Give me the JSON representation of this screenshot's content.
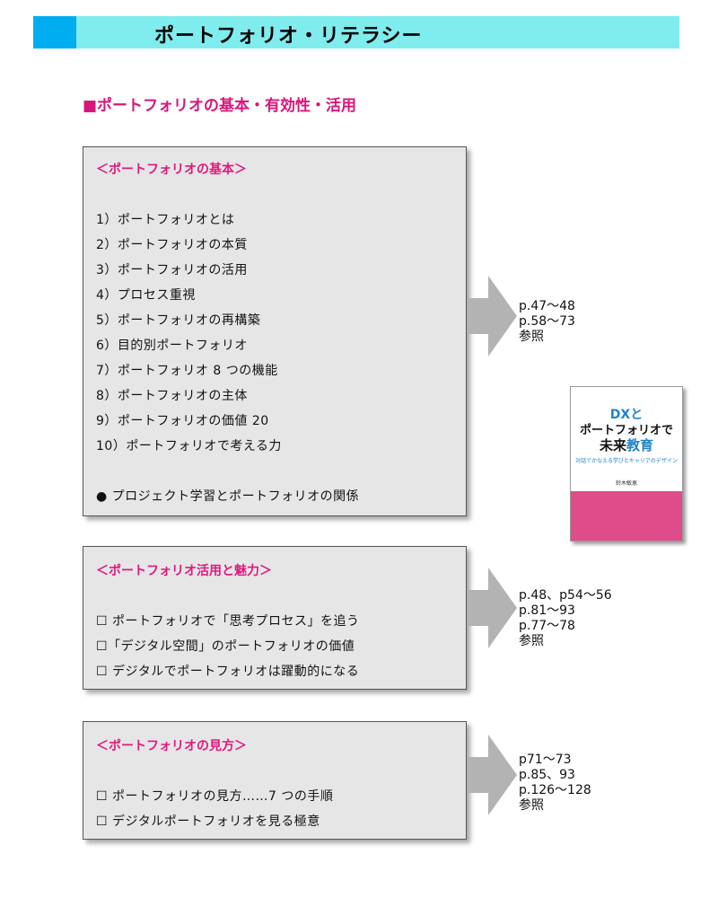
{
  "header": {
    "title": "ポートフォリオ・リテラシー",
    "accent": "#00adef",
    "band": "#7fecee"
  },
  "subtitle": "■ポートフォリオの基本・有効性・活用",
  "sections": [
    {
      "heading": "＜ポートフォリオの基本＞",
      "items": [
        "1）ポートフォリオとは",
        "2）ポートフォリオの本質",
        "3）ポートフォリオの活用",
        "4）プロセス重視",
        "5）ポートフォリオの再構築",
        "6）目的別ポートフォリオ",
        "7）ポートフォリオ 8 つの機能",
        "8）ポートフォリオの主体",
        "9）ポートフォリオの価値 20",
        "10）ポートフォリオで考える力"
      ],
      "extra": "● プロジェクト学習とポートフォリオの関係",
      "refs": [
        "p.47～48",
        "p.58～73",
        "参照"
      ]
    },
    {
      "heading": "＜ポートフォリオ活用と魅力＞",
      "items": [
        "☐ ポートフォリオで「思考プロセス」を追う",
        "☐「デジタル空間」のポートフォリオの価値",
        "☐ デジタルでポートフォリオは躍動的になる"
      ],
      "refs": [
        "p.48、p54～56",
        "p.81～93",
        "p.77～78",
        "参照"
      ]
    },
    {
      "heading": "＜ポートフォリオの見方＞",
      "items": [
        "☐ ポートフォリオの見方……7 つの手順",
        "☐ デジタルポートフォリオを見る極意"
      ],
      "refs": [
        "p71～73",
        "p.85、93",
        "p.126～128",
        "参照"
      ]
    }
  ],
  "book": {
    "line1": "DXと",
    "line2": "ポートフォリオで",
    "line3a": "未来",
    "line3b": "教育",
    "tagline": "対話でかなえる学びとキャリアのデザイン",
    "author": "鈴木敏恵"
  }
}
